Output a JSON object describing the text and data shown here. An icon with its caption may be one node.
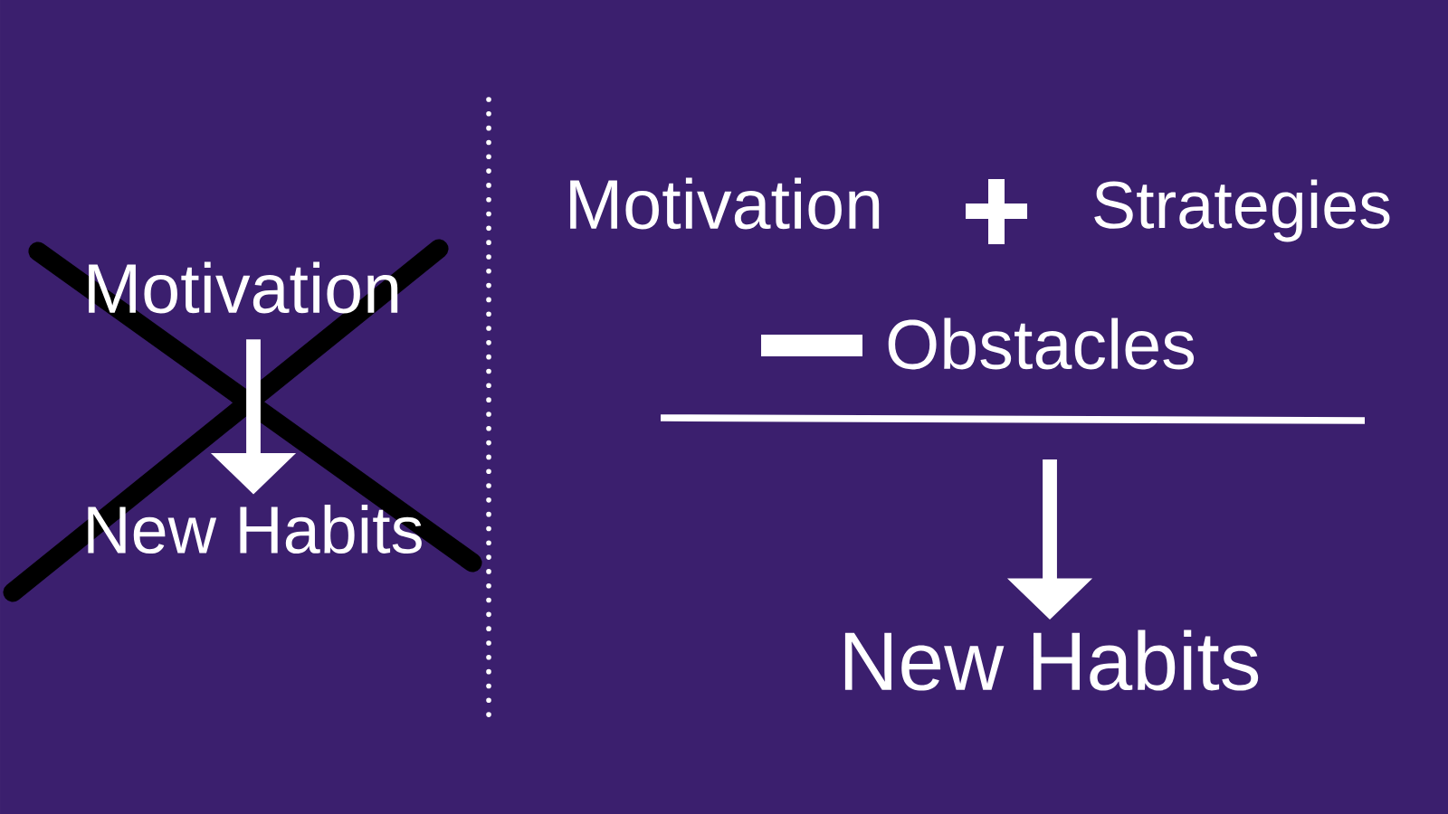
{
  "diagram": {
    "nodes": [
      {
        "text": [
          "Motivation"
        ]
      },
      {
        "text": [
          "New Habits"
        ]
      },
      {
        "text": [
          "Motivation"
        ]
      },
      {
        "text": [
          "Strategies"
        ]
      },
      {
        "text": [
          "Obstacles"
        ]
      },
      {
        "text": [
          "New Habits"
        ]
      }
    ],
    "edges": [
      {
        "from": 0,
        "to": 1,
        "arrow": "to"
      },
      {
        "from": null,
        "to": 5,
        "arrow": "to"
      }
    ]
  }
}
